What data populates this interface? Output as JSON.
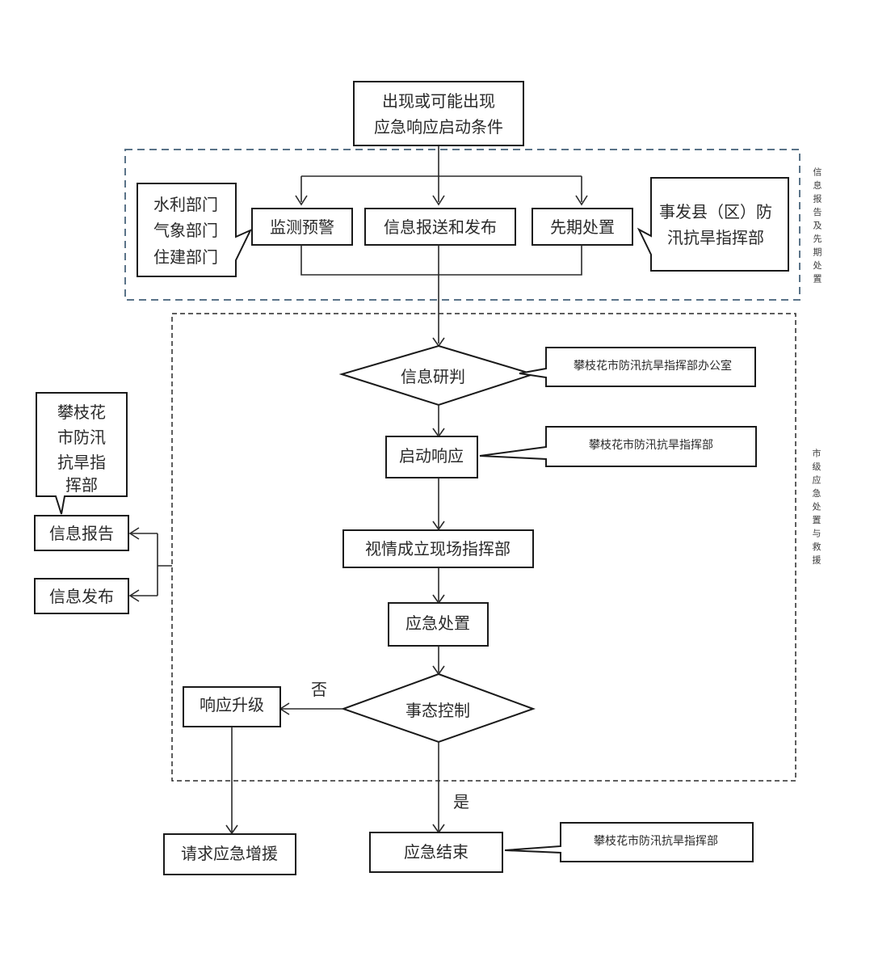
{
  "diagram": {
    "start": {
      "lines": [
        "出现或可能出现",
        "应急响应启动条件"
      ]
    },
    "info_section": {
      "label_chars": [
        "信",
        "息",
        "报",
        "告",
        "及",
        "先",
        "期",
        "处",
        "置"
      ],
      "monitor": "监测预警",
      "report": "信息报送和发布",
      "initial": "先期处置",
      "departments": [
        "水利部门",
        "气象部门",
        "住建部门"
      ],
      "county_hq": [
        "事发县（区）防",
        "汛抗旱指挥部"
      ]
    },
    "city_section": {
      "label_chars": [
        "市",
        "级",
        "应",
        "急",
        "处",
        "置",
        "与",
        "救",
        "援"
      ],
      "judge": "信息研判",
      "judge_note": "攀枝花市防汛抗旱指挥部办公室",
      "start_response": "启动响应",
      "start_note": "攀枝花市防汛抗旱指挥部",
      "field_hq": "视情成立现场指挥部",
      "handling": "应急处置",
      "control": "事态控制",
      "no_label": "否",
      "upgrade": "响应升级"
    },
    "side": {
      "city_hq_lines": [
        "攀枝花",
        "市防汛",
        "抗旱指",
        "挥部"
      ],
      "info_report": "信息报告",
      "info_release": "信息发布"
    },
    "end": {
      "yes_label": "是",
      "reinforce": "请求应急增援",
      "finish": "应急结束",
      "finish_note": "攀枝花市防汛抗旱指挥部"
    }
  }
}
